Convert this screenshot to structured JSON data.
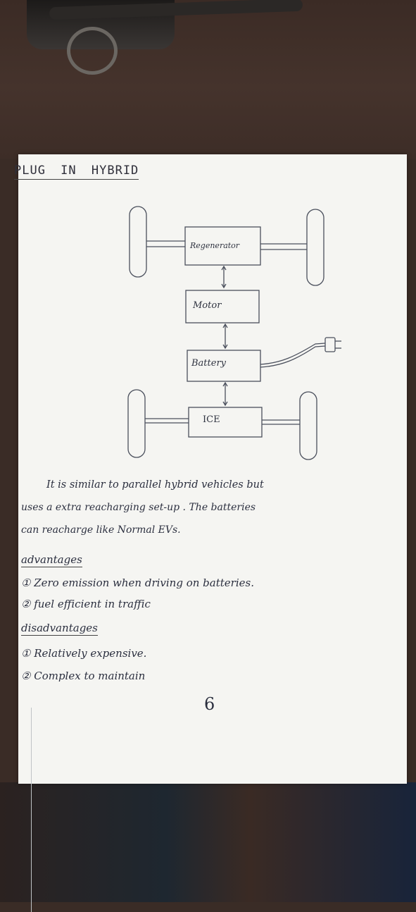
{
  "title": "PLUG IN HYBRID",
  "diagram": {
    "boxes": [
      "Regenerator",
      "Motor",
      "Battery",
      "ICE"
    ],
    "plug_icon": "plug-icon"
  },
  "description": {
    "line1": "It is similar to parallel hybrid vehicles but",
    "line2": "uses a extra reacharging set-up . The batteries",
    "line3": "can reacharge like Normal EVs."
  },
  "advantages": {
    "heading": "advantages",
    "items": [
      "① Zero emission when driving on batteries.",
      "② fuel efficient in traffic"
    ]
  },
  "disadvantages": {
    "heading": "disadvantages",
    "items": [
      "① Relatively expensive.",
      "② Complex to maintain"
    ]
  },
  "page_number": "6",
  "colors": {
    "paper": "#f5f5f2",
    "ink": "#2b2f3f",
    "desk": "#3a2c26"
  }
}
